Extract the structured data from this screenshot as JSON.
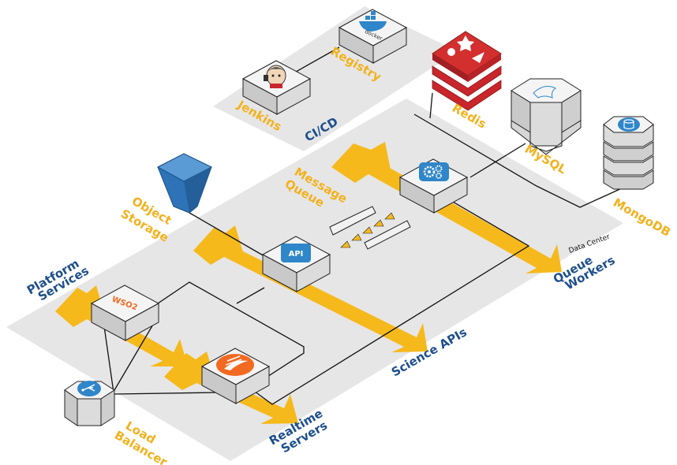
{
  "labels": {
    "platform_services": [
      "Platform",
      "Services"
    ],
    "object_storage": [
      "Object",
      "Storage"
    ],
    "message_queue": [
      "Message",
      "Queue"
    ],
    "load_balancer": [
      "Load",
      "Balancer"
    ],
    "realtime_servers": [
      "Realtime",
      "Servers"
    ],
    "science_apis": "Science APIs",
    "queue_workers": [
      "Queue",
      "Workers"
    ],
    "data_center": "Data Center",
    "jenkins": "Jenkins",
    "registry": "Registry",
    "ci_cd": "CI/CD",
    "redis": "Redis",
    "mysql": "MySQL",
    "mongodb": "MongoDB"
  },
  "icons": {
    "api_badge": "API",
    "wso2": "WSO2",
    "docker": "docker"
  },
  "colors": {
    "zone_fill": "#e6e6e6",
    "arrow_yellow": "#f6b91c",
    "label_yellow": "#f3b11d",
    "label_blue": "#1d4f8c",
    "icon_blue": "#2f86c9",
    "redis_red": "#c8262b",
    "realtime_orange": "#f26a21"
  }
}
